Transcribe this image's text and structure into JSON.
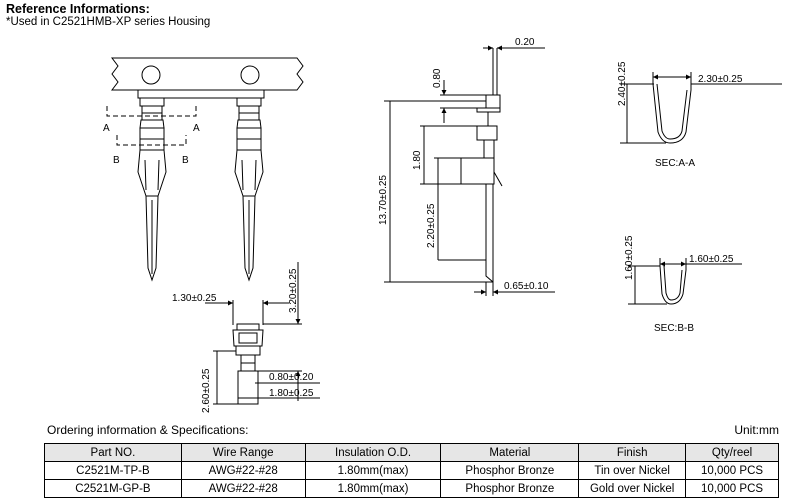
{
  "header": {
    "title": "Reference Informations:",
    "note": "*Used in  C2521HMB-XP series Housing"
  },
  "drawing": {
    "labels": {
      "section_a": "A",
      "section_b": "B",
      "dim_pin_width": "1.30±0.25",
      "dim_lower_height": "3.20±0.25",
      "dim_contact_width": "0.80±0.20",
      "dim_body_width": "1.80±0.25",
      "dim_body_height": "2.60±0.25",
      "dim_thickness": "0.20",
      "dim_top": "0.80",
      "dim_total_length": "13.70±0.25",
      "dim_crimp": "1.80",
      "dim_insulation": "2.20±0.25",
      "dim_tail": "0.65±0.10",
      "dim_sec_a_height": "2.40±0.25",
      "dim_sec_a_width": "2.30±0.25",
      "sec_a_label": "SEC:A-A",
      "dim_sec_b_height": "1.60±0.25",
      "dim_sec_b_width": "1.60±0.25",
      "sec_b_label": "SEC:B-B"
    }
  },
  "ordering": {
    "title": "Ordering information & Specifications:",
    "unit": "Unit:mm",
    "columns": [
      "Part NO.",
      "Wire Range",
      "Insulation O.D.",
      "Material",
      "Finish",
      "Qty/reel"
    ],
    "rows": [
      [
        "C2521M-TP-B",
        "AWG#22-#28",
        "1.80mm(max)",
        "Phosphor Bronze",
        "Tin over Nickel",
        "10,000 PCS"
      ],
      [
        "C2521M-GP-B",
        "AWG#22-#28",
        "1.80mm(max)",
        "Phosphor Bronze",
        "Gold over Nickel",
        "10,000 PCS"
      ]
    ]
  }
}
